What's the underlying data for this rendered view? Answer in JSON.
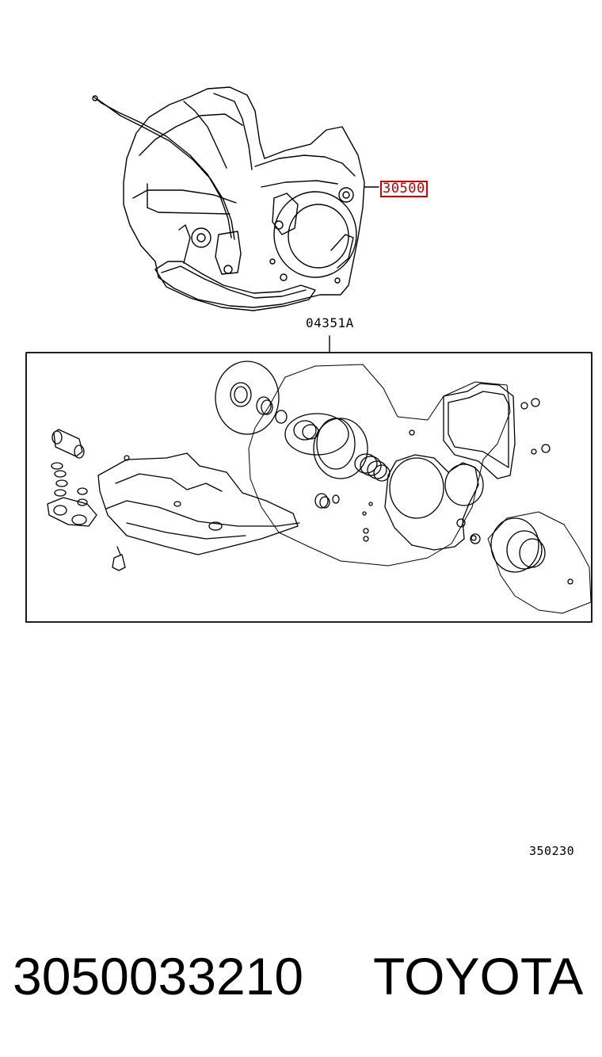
{
  "callouts": {
    "assembly": "30500",
    "gasket_kit": "04351A",
    "illustration_code": "350230"
  },
  "footer": {
    "part_number": "3050033210",
    "brand": "TOYOTA"
  },
  "colors": {
    "highlight": "#d00000",
    "line": "#000000"
  }
}
